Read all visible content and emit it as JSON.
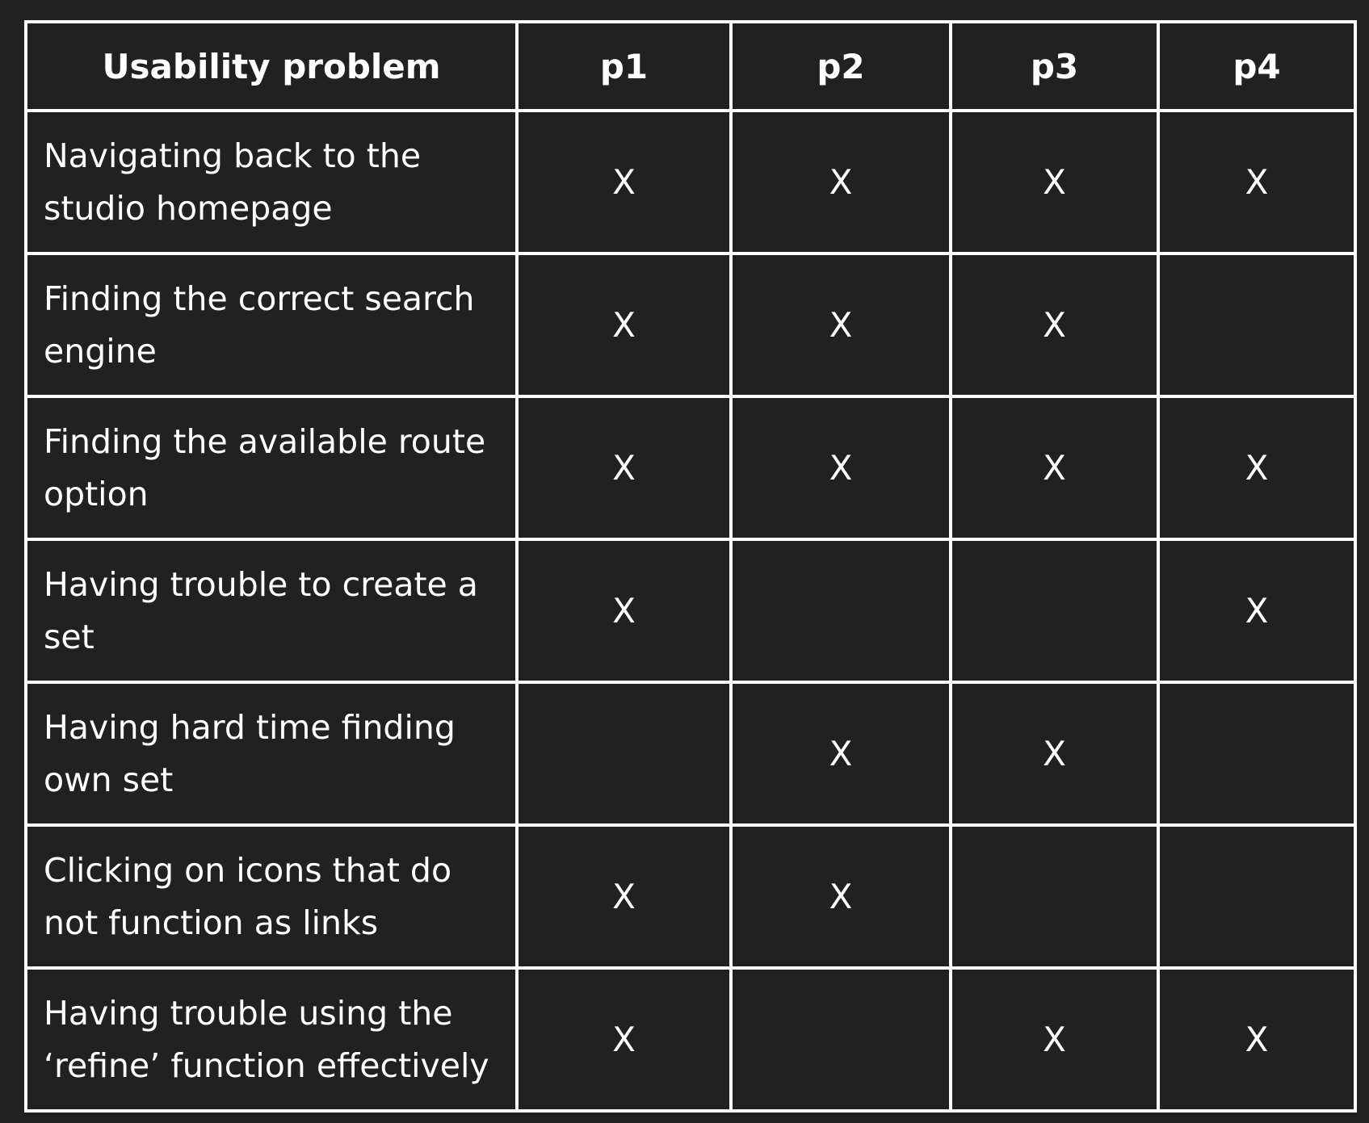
{
  "table": {
    "headers": [
      "Usability problem",
      "p1",
      "p2",
      "p3",
      "p4"
    ],
    "rows": [
      {
        "problem": "Navigating back to the studio homepage",
        "p1": "X",
        "p2": "X",
        "p3": "X",
        "p4": "X"
      },
      {
        "problem": "Finding the correct search engine",
        "p1": "X",
        "p2": "X",
        "p3": "X",
        "p4": ""
      },
      {
        "problem": "Finding the available route option",
        "p1": "X",
        "p2": "X",
        "p3": "X",
        "p4": "X"
      },
      {
        "problem": "Having trouble to create a set",
        "p1": "X",
        "p2": "",
        "p3": "",
        "p4": "X"
      },
      {
        "problem": "Having hard time finding own set",
        "p1": "",
        "p2": "X",
        "p3": "X",
        "p4": ""
      },
      {
        "problem": "Clicking on icons that do not function as links",
        "p1": "X",
        "p2": "X",
        "p3": "",
        "p4": ""
      },
      {
        "problem": "Having trouble using the ‘refine’ function effectively",
        "p1": "X",
        "p2": "",
        "p3": "X",
        "p4": "X"
      }
    ]
  },
  "colors": {
    "background": "#212121",
    "border": "#ffffff",
    "text": "#ffffff"
  }
}
